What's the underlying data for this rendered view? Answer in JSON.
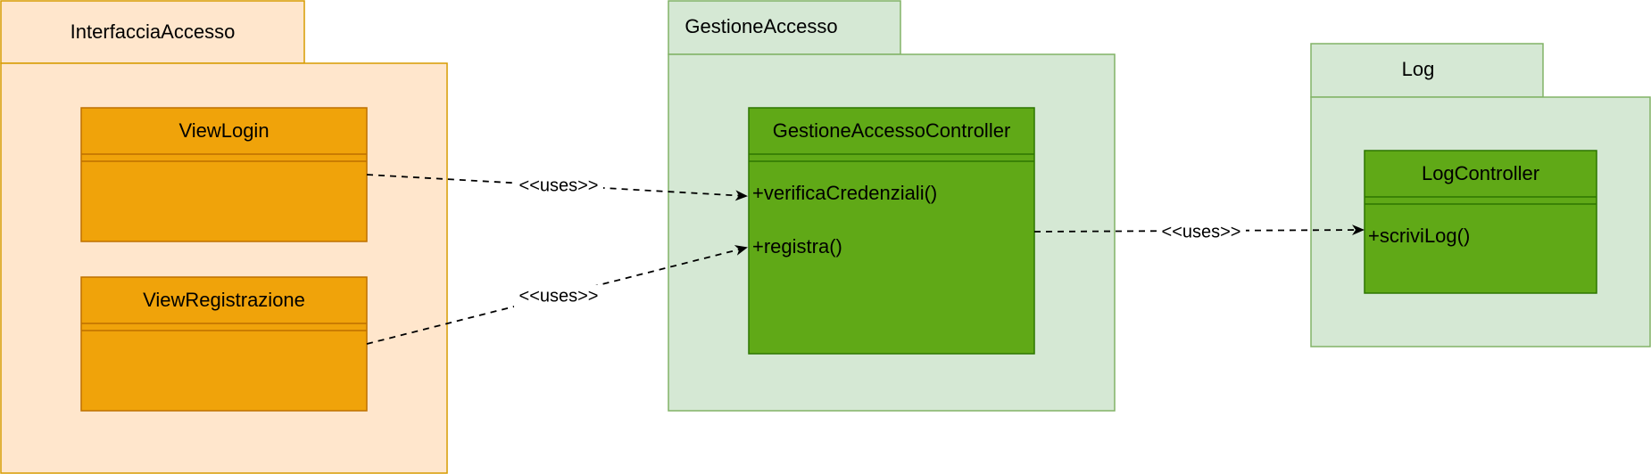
{
  "colors": {
    "pkg_orange_fill": "#ffe6cc",
    "pkg_orange_stroke": "#d79b00",
    "pkg_green_fill": "#d5e8d4",
    "pkg_green_stroke": "#82b366",
    "class_orange_fill": "#f0a30a",
    "class_orange_stroke": "#bd7000",
    "class_green_fill": "#60a917",
    "class_green_stroke": "#2d7600",
    "edge": "#000000"
  },
  "packages": [
    {
      "id": "interfaccia",
      "name": "InterfacciaAccesso",
      "theme": "orange"
    },
    {
      "id": "gestione",
      "name": "GestioneAccesso",
      "theme": "green"
    },
    {
      "id": "log",
      "name": "Log",
      "theme": "green"
    }
  ],
  "classes": [
    {
      "id": "viewlogin",
      "name": "ViewLogin",
      "theme": "orange",
      "methods": []
    },
    {
      "id": "viewregistrazione",
      "name": "ViewRegistrazione",
      "theme": "orange",
      "methods": []
    },
    {
      "id": "controller",
      "name": "GestioneAccessoController",
      "theme": "green",
      "methods": [
        "+verificaCredenziali()",
        "+registra()"
      ]
    },
    {
      "id": "logcontroller",
      "name": "LogController",
      "theme": "green",
      "methods": [
        "+scriviLog()"
      ]
    }
  ],
  "edges": [
    {
      "id": "login-uses",
      "from": "viewlogin",
      "to": "controller.verificaCredenziali",
      "label": "<<uses>>"
    },
    {
      "id": "registrazione-uses",
      "from": "viewregistrazione",
      "to": "controller.registra",
      "label": "<<uses>>"
    },
    {
      "id": "controller-uses-log",
      "from": "controller",
      "to": "logcontroller.scriviLog",
      "label": "<<uses>>"
    }
  ]
}
